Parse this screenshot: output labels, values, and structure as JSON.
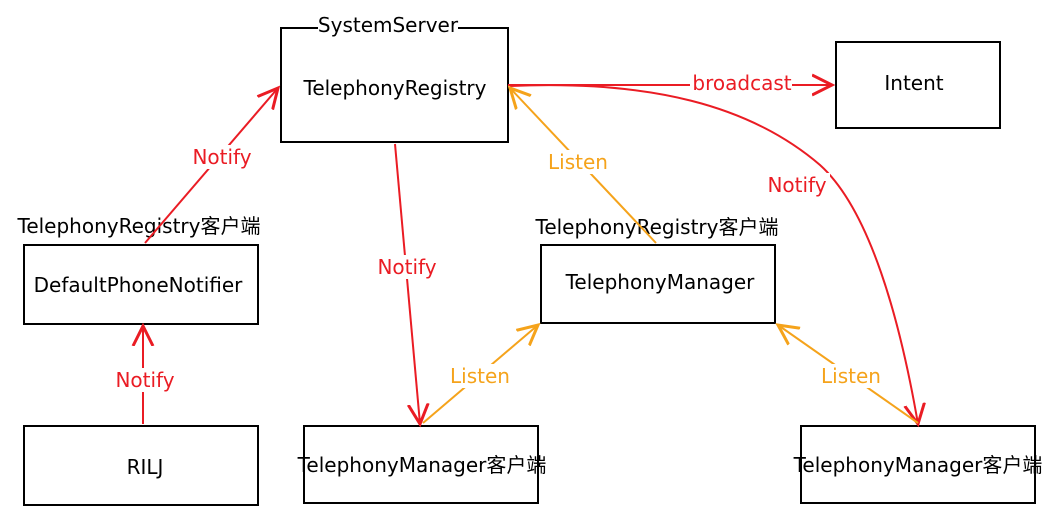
{
  "colors": {
    "notify": "#ea1c24",
    "listen": "#f5a31b",
    "box": "#000000"
  },
  "nodes": {
    "system_server": "SystemServer",
    "telephony_registry": "TelephonyRegistry",
    "intent": "Intent",
    "registry_client_left": "TelephonyRegistry客户端",
    "default_phone_notifier": "DefaultPhoneNotifier",
    "rilj": "RILJ",
    "registry_client_center": "TelephonyRegistry客户端",
    "telephony_manager": "TelephonyManager",
    "manager_client_left": "TelephonyManager客户端",
    "manager_client_right": "TelephonyManager客户端"
  },
  "edges": {
    "broadcast": "broadcast",
    "notify_left_top": "Notify",
    "notify_left_bottom": "Notify",
    "notify_center": "Notify",
    "notify_right": "Notify",
    "listen_top": "Listen",
    "listen_center": "Listen",
    "listen_right": "Listen"
  }
}
